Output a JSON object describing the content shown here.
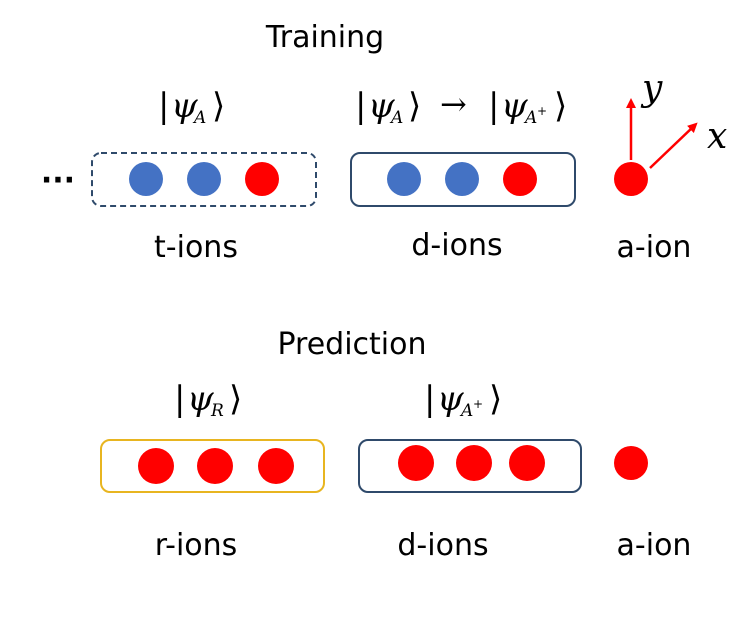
{
  "colors": {
    "blue_ion": "#4472C4",
    "red_ion": "#FF0000",
    "dashed_box": "#2F4A6B",
    "solid_box": "#2F4A6B",
    "yellow_box": "#E8B520",
    "axis": "#FF0000"
  },
  "training": {
    "title": "Training",
    "ellipsis": "···",
    "t_state": {
      "bar_l": "|",
      "psi": "ψ",
      "sub": "A",
      "ang": "⟩"
    },
    "d_state": {
      "bar1": "|",
      "psi1": "ψ",
      "sub1": "A",
      "ang1": "⟩",
      "arrow": "→",
      "bar2": "|",
      "psi2": "ψ",
      "sub2": "A",
      "sup2": "+",
      "ang2": "⟩"
    },
    "axis_y": "y",
    "axis_x": "x",
    "t_label": "t-ions",
    "d_label": "d-ions",
    "a_label": "a-ion",
    "t_ions": [
      "blue",
      "blue",
      "red"
    ],
    "d_ions": [
      "blue",
      "blue",
      "red"
    ]
  },
  "prediction": {
    "title": "Prediction",
    "r_state": {
      "bar_l": "|",
      "psi": "ψ",
      "sub": "R",
      "ang": "⟩"
    },
    "d_state": {
      "bar_l": "|",
      "psi": "ψ",
      "sub": "A",
      "sup": "+",
      "ang": "⟩"
    },
    "r_label": "r-ions",
    "d_label": "d-ions",
    "a_label": "a-ion",
    "r_ions": [
      "red",
      "red",
      "red"
    ],
    "d_ions": [
      "red",
      "red",
      "red"
    ]
  }
}
